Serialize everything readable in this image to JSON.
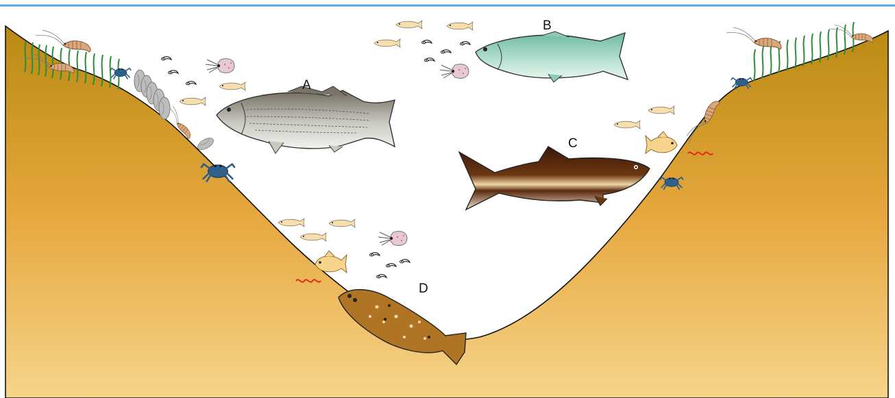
{
  "labels": {
    "a": "A",
    "b": "B",
    "c": "C",
    "d": "D"
  },
  "colors": {
    "water_line": "#5aa2e6",
    "sediment_top": "#b98a13",
    "sediment_mid": "#e6a73c",
    "sediment_bottom": "#f6d48b",
    "grass": "#2e8b3a",
    "striped_bass": "#9a9a8e",
    "bluefish": "#a8d9c4",
    "cobia": "#5a2a10",
    "flounder": "#b07425",
    "forage_fish": "#f6deb0",
    "squid": "#e8c8d4",
    "crab": "#2f5f8a",
    "shrimp": "#d9a77a",
    "oyster": "#bdbdbd",
    "worm": "#e0281b"
  },
  "icons": {
    "striped_bass": "striped-bass-icon",
    "bluefish": "bluefish-icon",
    "cobia": "cobia-icon",
    "flounder": "flounder-icon",
    "forage_fish": "forage-fish-icon",
    "squid": "squid-icon",
    "crab": "blue-crab-icon",
    "shrimp": "shrimp-icon",
    "seagrass": "seagrass-icon",
    "oyster": "oyster-icon",
    "worm": "worm-icon",
    "larva": "larva-icon"
  }
}
